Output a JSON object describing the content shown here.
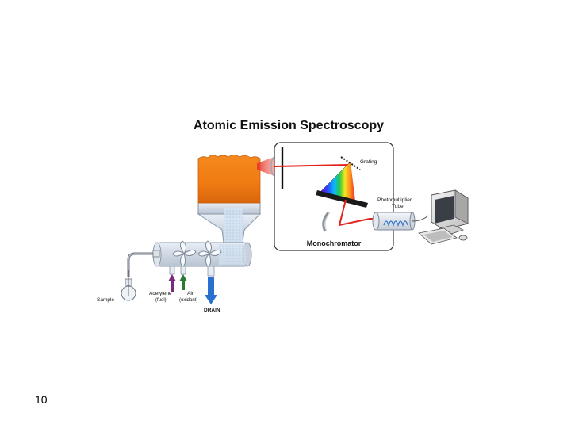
{
  "title": "Atomic Emission Spectroscopy",
  "labels": {
    "grating": "Grating",
    "pmt": "Photomultiplier Tube",
    "monochromator": "Monochromator",
    "sample": "Sample",
    "acetylene": "Acetylene",
    "fuel": "(fuel)",
    "air": "Air",
    "oxidant": "(oxidant)",
    "drain": "DRAIN"
  },
  "page_number": "10",
  "colors": {
    "flame": "#f07a12",
    "beam": "#e2201c",
    "acetylene_arrow": "#7a2a7e",
    "air_arrow": "#2a7a34",
    "drain_arrow": "#2b6fd0"
  }
}
